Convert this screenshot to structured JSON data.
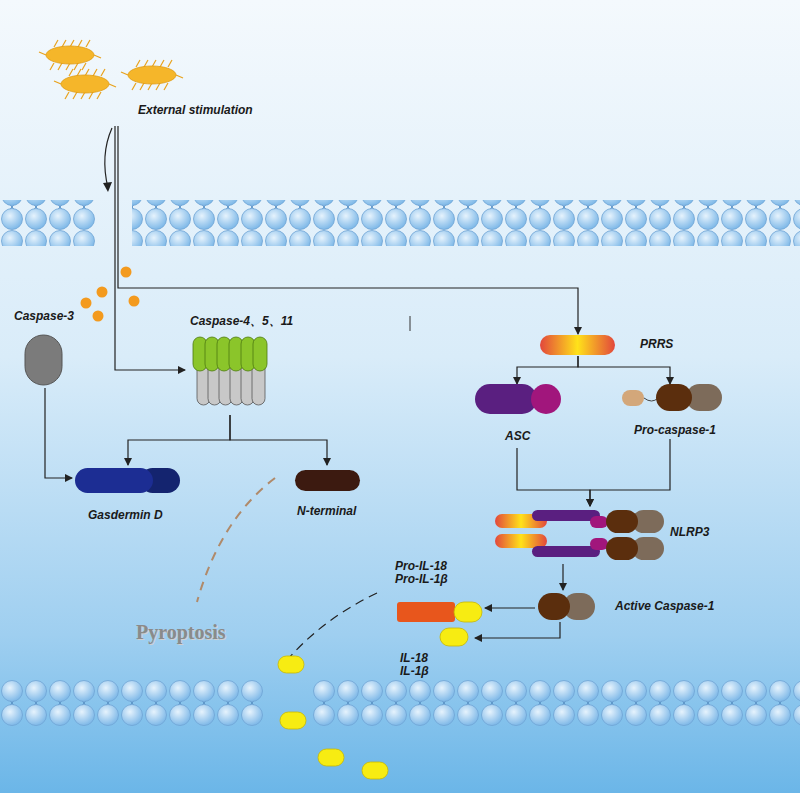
{
  "diagram": {
    "nodes": [
      {
        "text": [
          "External stimulation"
        ]
      },
      {
        "text": [
          "Caspase-3"
        ]
      },
      {
        "text": [
          "Caspase-4、5、11"
        ]
      },
      {
        "text": [
          "PRRS"
        ]
      },
      {
        "text": [
          "ASC"
        ]
      },
      {
        "text": [
          "Pro-caspase-1"
        ]
      },
      {
        "text": [
          "Gasdermin D"
        ]
      },
      {
        "text": [
          "N-terminal"
        ]
      },
      {
        "text": [
          "NLRP3"
        ]
      },
      {
        "text": [
          "Active Caspase-1"
        ]
      },
      {
        "text": [
          "Pro-IL-18 Pro-IL-1β"
        ]
      },
      {
        "text": [
          "IL-18 IL-1β"
        ]
      }
    ],
    "edges": [
      {
        "from": 0,
        "to": 2,
        "arrow": "to"
      },
      {
        "from": 0,
        "to": 3,
        "arrow": "to"
      },
      {
        "from": 1,
        "to": 6,
        "arrow": "to"
      },
      {
        "from": 2,
        "to": 6,
        "arrow": "to"
      },
      {
        "from": 2,
        "to": 7,
        "arrow": "to"
      },
      {
        "from": 3,
        "to": 4,
        "arrow": "to"
      },
      {
        "from": 3,
        "to": 5,
        "arrow": "to"
      },
      {
        "from": 4,
        "to": 8,
        "arrow": "to"
      },
      {
        "from": 5,
        "to": 8,
        "arrow": "to"
      },
      {
        "from": 8,
        "to": 9,
        "arrow": "to"
      },
      {
        "from": 9,
        "to": 10,
        "arrow": "to"
      },
      {
        "from": 9,
        "to": 11,
        "arrow": "to"
      }
    ],
    "labels": [
      "Pyroptosis"
    ]
  }
}
